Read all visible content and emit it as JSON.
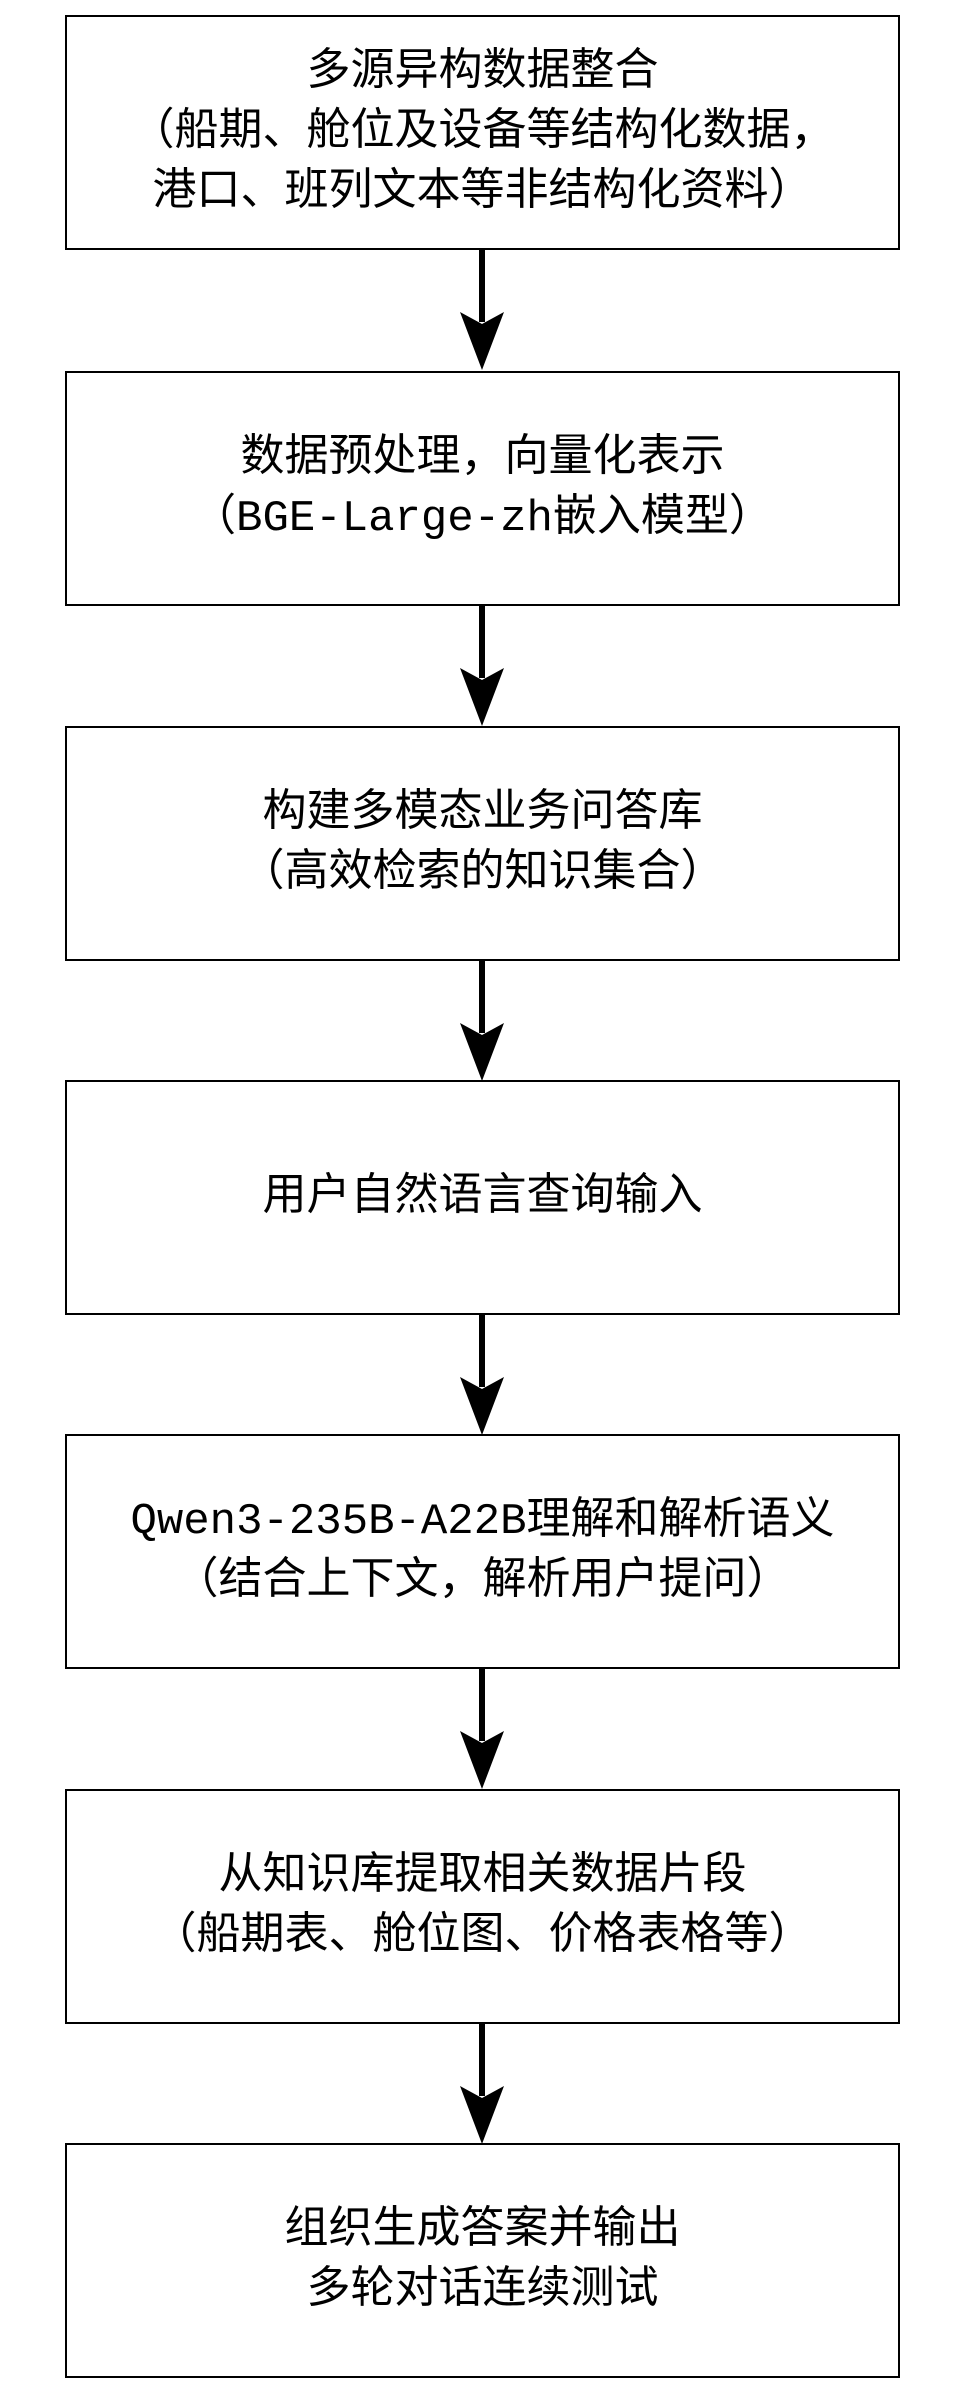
{
  "steps": [
    {
      "lines": [
        "多源异构数据整合",
        "（船期、舱位及设备等结构化数据，",
        "港口、班列文本等非结构化资料）"
      ]
    },
    {
      "lines": [
        "数据预处理，向量化表示",
        "（BGE-Large-zh嵌入模型）"
      ]
    },
    {
      "lines": [
        "构建多模态业务问答库",
        "（高效检索的知识集合）"
      ]
    },
    {
      "lines": [
        "用户自然语言查询输入"
      ]
    },
    {
      "lines": [
        "Qwen3-235B-A22B理解和解析语义",
        "（结合上下文，解析用户提问）"
      ]
    },
    {
      "lines": [
        "从知识库提取相关数据片段",
        "（船期表、舱位图、价格表格等）"
      ]
    },
    {
      "lines": [
        "组织生成答案并输出",
        "多轮对话连续测试"
      ]
    }
  ],
  "colors": {
    "stroke": "#000000",
    "background": "#ffffff"
  }
}
